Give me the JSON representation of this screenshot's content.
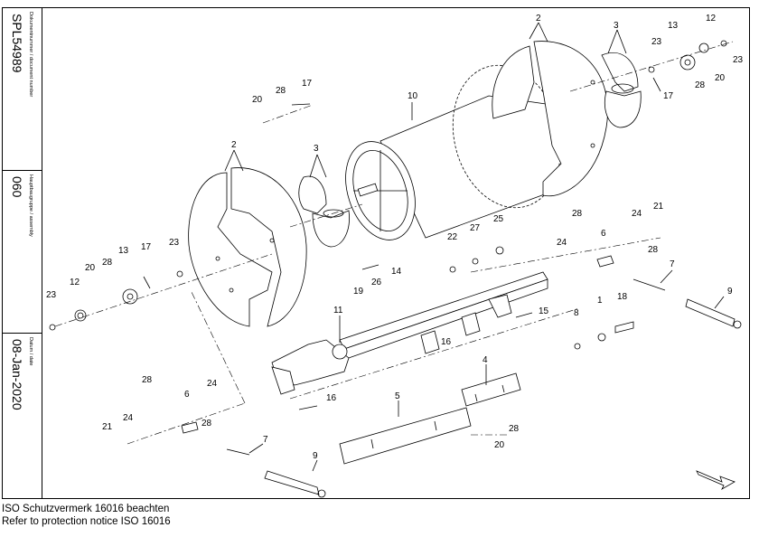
{
  "title_block": {
    "document_label": "Dokumentnummer / document number",
    "document_number": "SPL54989",
    "assembly_label": "Hauptbaugruppe / assembly",
    "assembly_number": "060",
    "date_label": "Datum / date",
    "date": "08-Jan-2020"
  },
  "callouts": {
    "c1": "1",
    "c2a": "2",
    "c2b": "2",
    "c3a": "3",
    "c3b": "3",
    "c4": "4",
    "c5": "5",
    "c6a": "6",
    "c6b": "6",
    "c7a": "7",
    "c7b": "7",
    "c8": "8",
    "c9a": "9",
    "c9b": "9",
    "c10": "10",
    "c11": "11",
    "c12a": "12",
    "c12b": "12",
    "c13a": "13",
    "c13b": "13",
    "c14": "14",
    "c15": "15",
    "c16a": "16",
    "c16b": "16",
    "c17a": "17",
    "c17b": "17",
    "c17c": "17",
    "c18": "18",
    "c19": "19",
    "c20a": "20",
    "c20b": "20",
    "c20c": "20",
    "c20d": "20",
    "c21a": "21",
    "c21b": "21",
    "c22": "22",
    "c23a": "23",
    "c23b": "23",
    "c23c": "23",
    "c23d": "23",
    "c24a": "24",
    "c24b": "24",
    "c24c": "24",
    "c24d": "24",
    "c25": "25",
    "c26": "26",
    "c27": "27",
    "c28a": "28",
    "c28b": "28",
    "c28c": "28",
    "c28d": "28",
    "c28e": "28",
    "c28f": "28",
    "c28g": "28",
    "c28h": "28"
  },
  "notice": {
    "line_de": "ISO Schutzvermerk 16016 beachten",
    "line_en": "Refer to protection notice ISO 16016"
  }
}
